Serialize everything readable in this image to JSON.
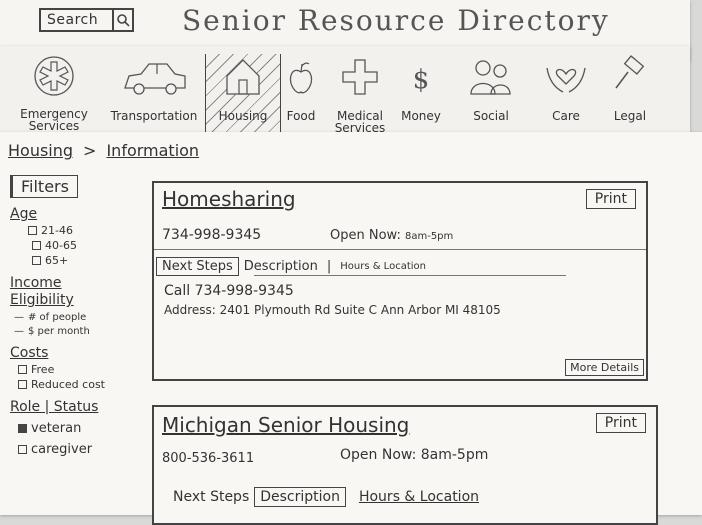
{
  "header": {
    "search_label": "Search",
    "title": "Senior Resource Directory"
  },
  "nav": [
    {
      "icon": "emergency-star-icon",
      "label": "Emergency Services"
    },
    {
      "icon": "car-icon",
      "label": "Transportation"
    },
    {
      "icon": "house-icon",
      "label": "Housing",
      "active": true
    },
    {
      "icon": "apple-icon",
      "label": "Food"
    },
    {
      "icon": "medical-cross-icon",
      "label": "Medical Services"
    },
    {
      "icon": "dollar-icon",
      "label": "Money"
    },
    {
      "icon": "people-icon",
      "label": "Social"
    },
    {
      "icon": "heart-hands-icon",
      "label": "Care"
    },
    {
      "icon": "gavel-icon",
      "label": "Legal"
    }
  ],
  "breadcrumb": {
    "first": "Housing",
    "separator": ">",
    "second": "Information"
  },
  "filters": {
    "title": "Filters",
    "age": {
      "heading": "Age",
      "options": [
        "21-46",
        "40-65",
        "65+"
      ]
    },
    "income": {
      "heading": "Income Eligibility",
      "options": [
        "# of people",
        "$ per month"
      ]
    },
    "costs": {
      "heading": "Costs",
      "options": [
        "Free",
        "Reduced cost"
      ]
    },
    "role": {
      "heading": "Role | Status",
      "options": [
        "veteran",
        "caregiver"
      ]
    }
  },
  "cards": [
    {
      "title": "Homesharing",
      "print": "Print",
      "phone": "734-998-9345",
      "hours_label": "Open Now:",
      "hours_value": "8am-5pm",
      "tabs": [
        "Next Steps",
        "Description",
        "Hours & Location"
      ],
      "active_tab": 0,
      "call_line": "Call 734-998-9345",
      "address_line": "Address: 2401 Plymouth Rd   Suite C   Ann Arbor MI 48105",
      "more": "More Details"
    },
    {
      "title": "Michigan Senior Housing",
      "print": "Print",
      "phone": "800-536-3611",
      "hours_label": "Open Now:",
      "hours_value": "8am-5pm",
      "tabs": [
        "Next Steps",
        "Description",
        "Hours & Location"
      ],
      "active_tab": 1
    }
  ]
}
